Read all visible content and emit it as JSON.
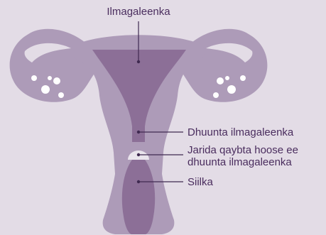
{
  "colors": {
    "background": "#e3dce6",
    "outer_organ": "#ad9bb8",
    "inner_cavity": "#8c6f97",
    "vagina_canal": "#8c6f97",
    "follicle": "#ffffff",
    "mucus_plug": "#e9e4ec",
    "leader_line": "#3f2950",
    "dot": "#3f2950",
    "text": "#4a2d5e"
  },
  "labels": {
    "uterus": "Ilmagaleenka",
    "cervix": "Dhuunta ilmagaleenka",
    "mucus_plug_line1": "Jarida qaybta hoose ee",
    "mucus_plug_line2": "dhuunta ilmagaleenka",
    "vagina": "Siilka"
  }
}
